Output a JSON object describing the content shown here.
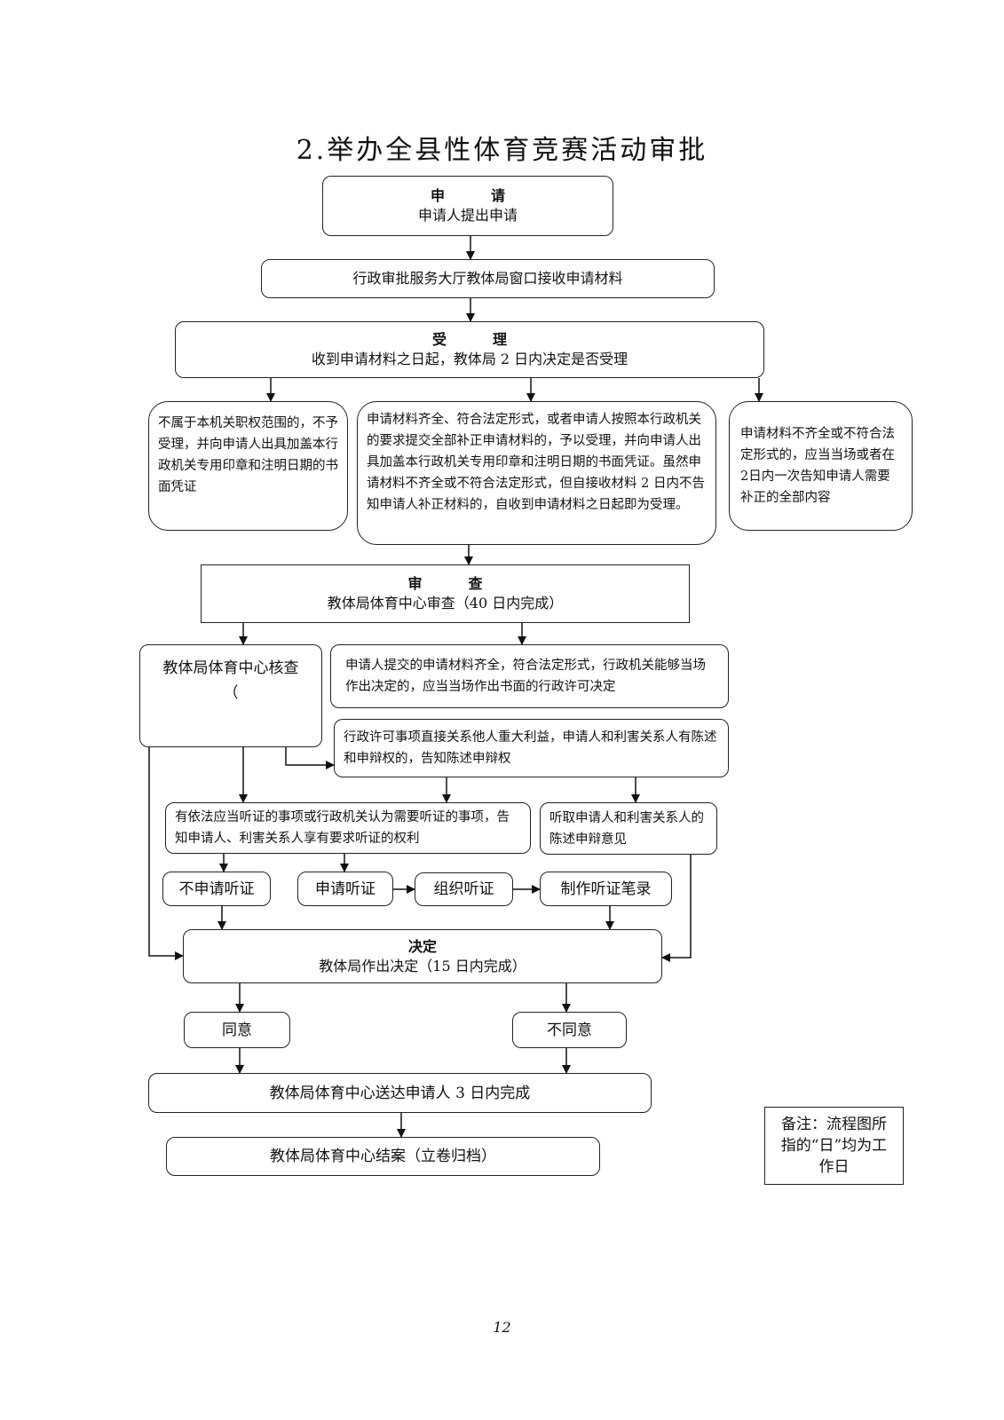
{
  "title": "2.举办全县性体育竞赛活动审批",
  "apply": {
    "head": "申　请",
    "text": "申请人提出申请"
  },
  "receive": {
    "text": "行政审批服务大厅教体局窗口接收申请材料"
  },
  "accept": {
    "head": "受　理",
    "text": "收到申请材料之日起，教体局 2 日内决定是否受理"
  },
  "reject_scope": {
    "text": "不属于本机关职权范围的，不予受理，并向申请人出具加盖本行政机关专用印章和注明日期的书面凭证"
  },
  "accept_cond": {
    "text": "申请材料齐全、符合法定形式，或者申请人按照本行政机关的要求提交全部补正申请材料的，予以受理，并向申请人出具加盖本行政机关专用印章和注明日期的书面凭证。虽然申请材料不齐全或不符合法定形式，但自接收材料 2 日内不告知申请人补正材料的，自收到申请材料之日起即为受理。"
  },
  "incomplete": {
    "text": "申请材料不齐全或不符合法定形式的，应当当场或者在2日内一次告知申请人需要补正的全部内容"
  },
  "review": {
    "head": "审　查",
    "text": "教体局体育中心审查（40 日内完成）"
  },
  "verify": {
    "text": "教体局体育中心核查",
    "sub": "（"
  },
  "onsite": {
    "text": "申请人提交的申请材料齐全，符合法定形式，行政机关能够当场作出决定的，应当当场作出书面的行政许可决定"
  },
  "interest": {
    "text": "行政许可事项直接关系他人重大利益，申请人和利害关系人有陈述和申辩权的，告知陈述申辩权"
  },
  "hearing_notice": {
    "text": "有依法应当听证的事项或行政机关认为需要听证的事项，告知申请人、利害关系人享有要求听证的权利"
  },
  "listen": {
    "text": "听取申请人和利害关系人的陈述申辩意见"
  },
  "no_hearing": {
    "text": "不申请听证"
  },
  "apply_hearing": {
    "text": "申请听证"
  },
  "organize_hearing": {
    "text": "组织听证"
  },
  "hearing_record": {
    "text": "制作听证笔录"
  },
  "decision": {
    "head": "决定",
    "text": "教体局作出决定（15 日内完成）"
  },
  "agree": {
    "text": "同意"
  },
  "disagree": {
    "text": "不同意"
  },
  "deliver": {
    "text": "教体局体育中心送达申请人 3 日内完成"
  },
  "close": {
    "text": "教体局体育中心结案（立卷归档）"
  },
  "note": {
    "text": "备注：流程图所指的“日”均为工作日"
  },
  "page_number": "12"
}
